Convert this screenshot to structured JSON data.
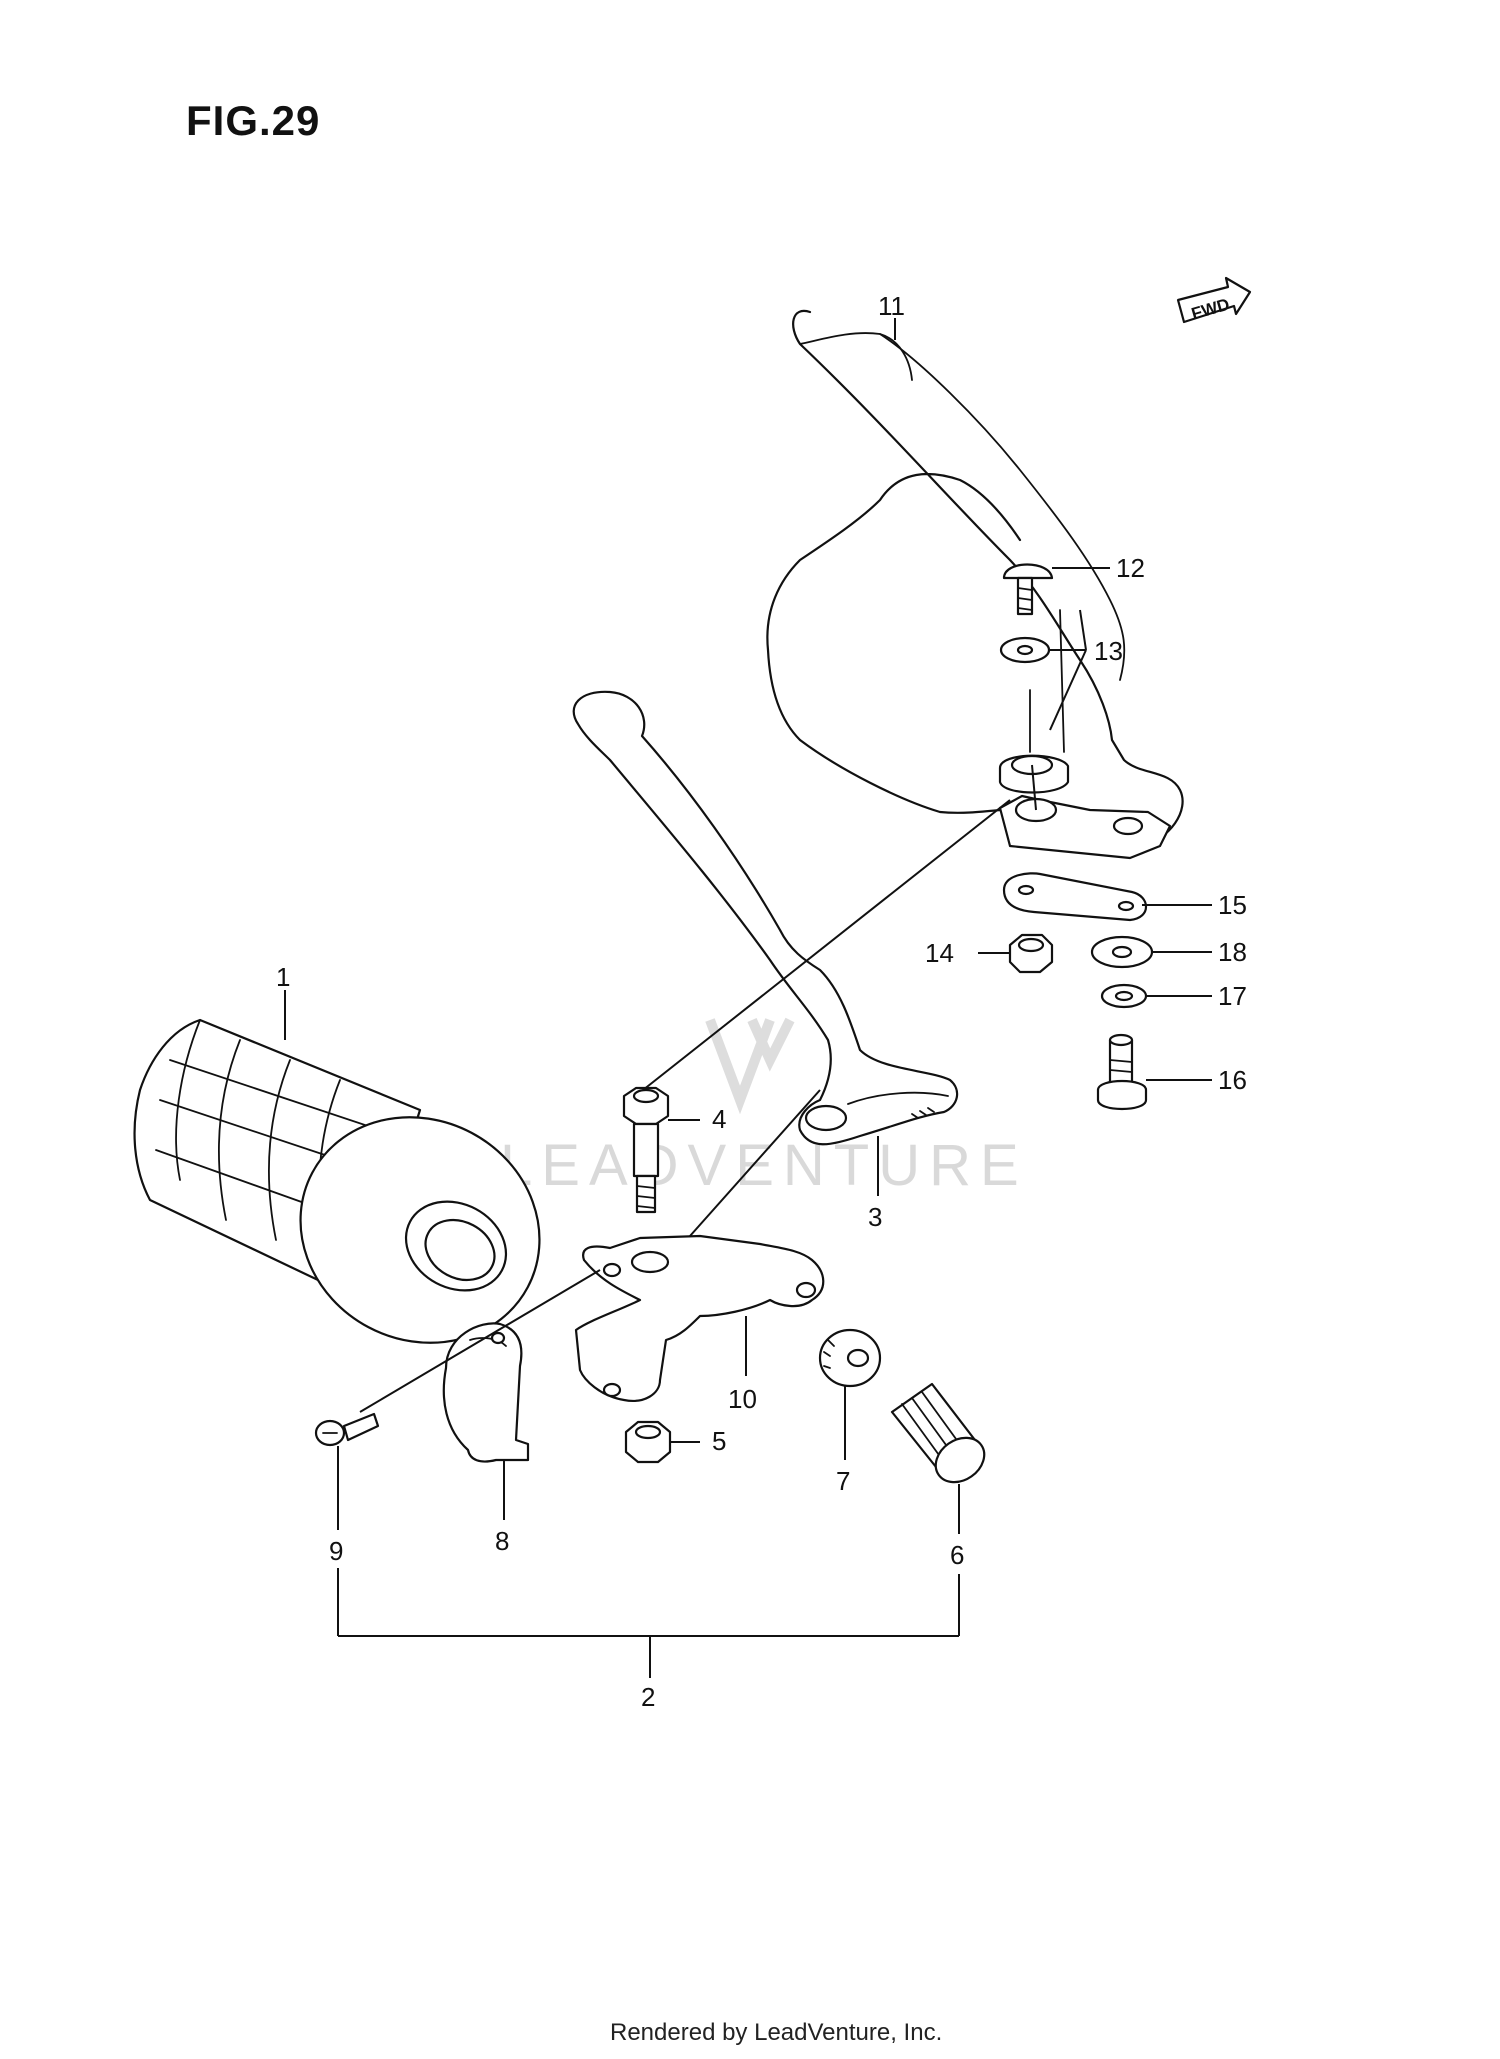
{
  "figure": {
    "title": "FIG.29"
  },
  "fwd_badge": {
    "label": "FWD"
  },
  "watermark": {
    "text": "LEADVENTURE"
  },
  "footer": {
    "text": "Rendered by LeadVenture, Inc."
  },
  "callouts": [
    {
      "id": "1",
      "label": "1"
    },
    {
      "id": "2",
      "label": "2"
    },
    {
      "id": "3",
      "label": "3"
    },
    {
      "id": "4",
      "label": "4"
    },
    {
      "id": "5",
      "label": "5"
    },
    {
      "id": "6",
      "label": "6"
    },
    {
      "id": "7",
      "label": "7"
    },
    {
      "id": "8",
      "label": "8"
    },
    {
      "id": "9",
      "label": "9"
    },
    {
      "id": "10",
      "label": "10"
    },
    {
      "id": "11",
      "label": "11"
    },
    {
      "id": "12",
      "label": "12"
    },
    {
      "id": "13",
      "label": "13"
    },
    {
      "id": "14",
      "label": "14"
    },
    {
      "id": "15",
      "label": "15"
    },
    {
      "id": "16",
      "label": "16"
    },
    {
      "id": "17",
      "label": "17"
    },
    {
      "id": "18",
      "label": "18"
    }
  ]
}
